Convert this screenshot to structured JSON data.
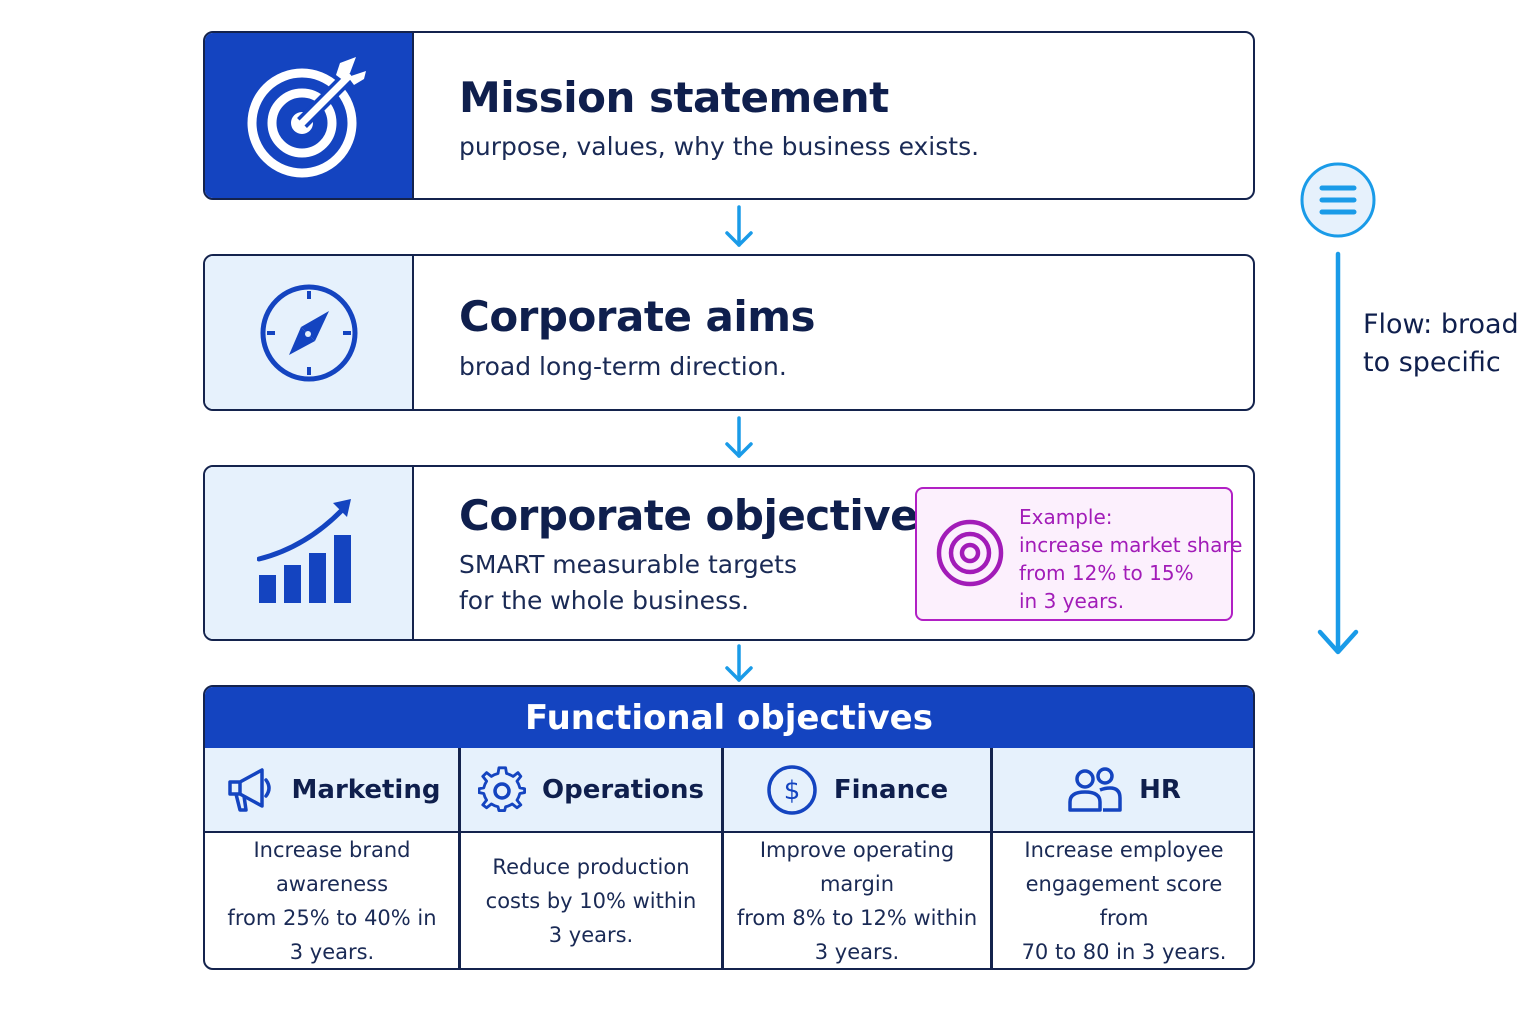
{
  "mission": {
    "title": "Mission statement",
    "desc": "purpose, values, why the business exists.",
    "icon": "target-arrow-icon"
  },
  "aims": {
    "title": "Corporate aims",
    "desc": "broad long-term direction.",
    "icon": "compass-icon"
  },
  "objectives": {
    "title": "Corporate objectives",
    "desc_line1": "SMART measurable targets",
    "desc_line2": "for the whole business.",
    "icon": "growth-chart-icon",
    "example": {
      "line1": "Example:",
      "line2": "increase market share",
      "line3": "from 12% to 15%",
      "line4": "in 3 years.",
      "icon": "target-icon"
    }
  },
  "functional": {
    "title": "Functional objectives",
    "columns": [
      {
        "label": "Marketing",
        "icon": "megaphone-icon",
        "lines": [
          "Increase brand awareness",
          "from 25% to 40% in",
          "3 years."
        ]
      },
      {
        "label": "Operations",
        "icon": "gear-icon",
        "lines": [
          "Reduce production",
          "costs by 10% within",
          "3 years."
        ]
      },
      {
        "label": "Finance",
        "icon": "dollar-icon",
        "lines": [
          "Improve operating margin",
          "from 8% to 12% within",
          "3 years."
        ]
      },
      {
        "label": "HR",
        "icon": "people-icon",
        "lines": [
          "Increase employee",
          "engagement score from",
          "70 to 80 in 3 years."
        ]
      }
    ]
  },
  "flow": {
    "line1": "Flow: broad",
    "line2": "to specific",
    "icon": "menu-lines-icon"
  },
  "colors": {
    "primary_blue": "#1444c0",
    "light_panel": "#e6f1fc",
    "navy": "#0f1f4d",
    "arrow_blue": "#1a9be8",
    "example_magenta": "#a21cb8"
  }
}
